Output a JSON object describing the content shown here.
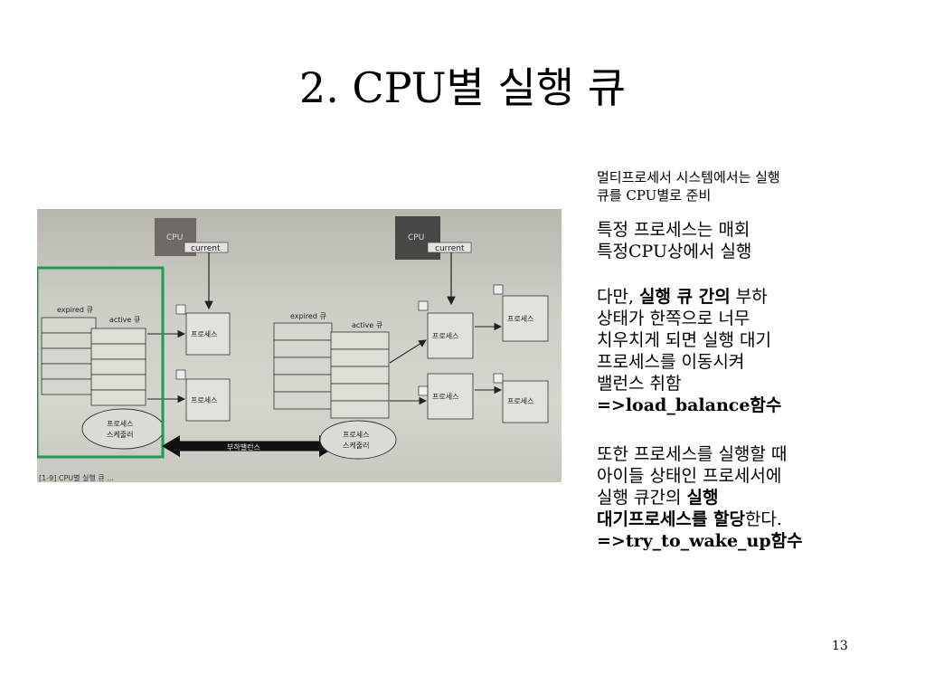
{
  "slide": {
    "title": "2. CPU별 실행 큐",
    "page_number": "13"
  },
  "diagram": {
    "left": {
      "cpu": "CPU",
      "current": "current",
      "expired_queue": "expired 큐",
      "active_queue": "active 큐",
      "process_1": "프로세스",
      "process_2": "프로세스",
      "scheduler_line1": "프로세스",
      "scheduler_line2": "스케줄러"
    },
    "right": {
      "cpu": "CPU",
      "current": "current",
      "expired_queue": "expired 큐",
      "active_queue": "active 큐",
      "process_a": "프로세스",
      "process_b": "프로세스",
      "process_c": "프로세스",
      "process_d": "프로세스",
      "scheduler_line1": "프로세스",
      "scheduler_line2": "스케줄러"
    },
    "load_balance": "부하밸런스",
    "caption_fragment": "[1-9] CPU별 실행 큐 ..."
  },
  "text": {
    "p1": [
      "멀티프로세서 시스템에서는 실행",
      "큐를 CPU별로 준비"
    ],
    "p2": [
      "특정 프로세스는 매회",
      "특정CPU상에서 실행"
    ],
    "p3": {
      "l1_a": "다만, ",
      "l1_b": "실행 큐 간의",
      "l1_c": " 부하",
      "l2": "상태가 한쪽으로 너무",
      "l3": "치우치게 되면 실행 대기",
      "l4": "프로세스를 이동시켜",
      "l5": "밸런스 취함",
      "l6": "=>load_balance함수"
    },
    "p4": {
      "l1": "또한  프로세스를 실행할 때",
      "l2": "아이들 상태인 프로세서에",
      "l3_a": "실행 큐간의 ",
      "l3_b": "실행",
      "l4_a": "대기프로세스를 할당",
      "l4_b": "한다.",
      "l5": "=>try_to_wake_up함수"
    }
  },
  "colors": {
    "highlight_box": "#1a9e55",
    "cpu_box": "#6f6a66",
    "cpu_box_right": "#4a4644"
  }
}
